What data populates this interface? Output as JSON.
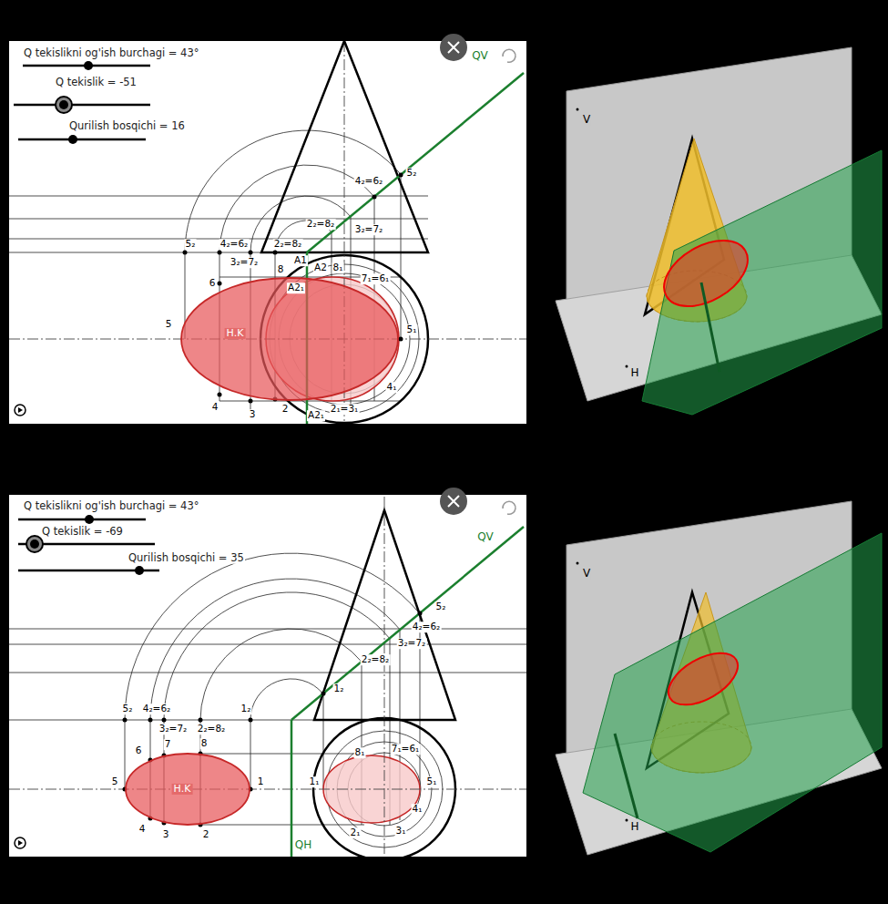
{
  "diagram": {
    "nodes": [
      {
        "text": [
          "H.K"
        ]
      },
      {
        "text": [
          "H.K"
        ]
      }
    ],
    "labels": [
      "Q tekislikni og'ish burchagi = 43°",
      "Q tekislik = -51",
      "Qurilish bosqichi = 16",
      "QV",
      "5₂",
      "4₂=6₂",
      "2₂=8₂",
      "3₂=7₂",
      "5₂",
      "4₂=6₂",
      "2₂=8₂",
      "3₂=7₂",
      "8",
      "A1",
      "A2",
      "8₁",
      "A2₁",
      "6",
      "5",
      "4",
      "3",
      "2",
      "7₁=6₁",
      "5₁",
      "4₁",
      "2₁=3₁",
      "A2₁",
      "V",
      "H",
      "Q tekislikni og'ish burchagi = 43°",
      "Q tekislik = -69",
      "Qurilish bosqichi = 35",
      "QV",
      "5₂",
      "4₂=6₂",
      "3₂=7₂",
      "2₂=8₂",
      "1₂",
      "5₂",
      "4₂=6₂",
      "1₂",
      "3₂=7₂",
      "2₂=8₂",
      "6",
      "7",
      "8",
      "5",
      "1",
      "4",
      "3",
      "2",
      "8₁",
      "7₁=6₁",
      "1₁",
      "5₁",
      "4₁",
      "3₁",
      "2₁",
      "QH",
      "V",
      "H"
    ]
  }
}
